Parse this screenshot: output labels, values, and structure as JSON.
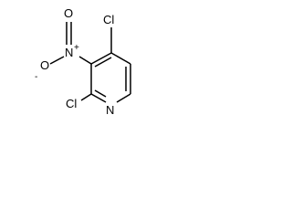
{
  "molecule": {
    "atoms": {
      "cl_top": "Cl",
      "cl_bottom": "Cl",
      "nitro_n": "N",
      "nitro_charge_plus": "+",
      "nitro_o_top": "O",
      "nitro_o_left": "O",
      "nitro_charge_minus": "-",
      "ring_n": "N"
    }
  }
}
